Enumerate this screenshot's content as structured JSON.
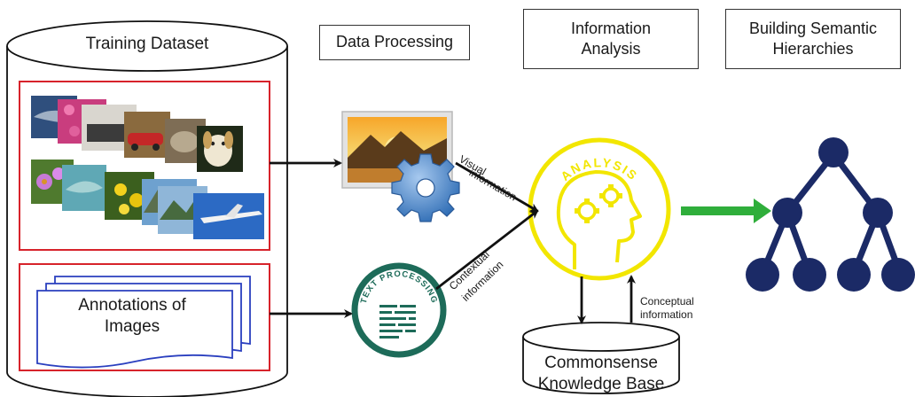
{
  "stages": {
    "training_dataset": "Training Dataset",
    "data_processing": "Data Processing",
    "information_analysis": [
      "Information",
      "Analysis"
    ],
    "building_hierarchies": [
      "Building Semantic",
      "Hierarchies"
    ]
  },
  "annotations_label": [
    "Annotations of",
    "Images"
  ],
  "flow_labels": {
    "visual": [
      "Visual",
      "information"
    ],
    "contextual": [
      "Contextual",
      "information"
    ],
    "conceptual": [
      "Conceptual",
      "information"
    ]
  },
  "analysis_badge": "ANALYSIS",
  "text_processing_badge": "TEXT PROCESSING",
  "knowledge_base": [
    "Commonsense",
    "Knowledge Base"
  ],
  "colors": {
    "dataset_frame": "#d7232b",
    "analysis_yellow": "#f2e600",
    "text_processing_green": "#1d6b59",
    "tree_node": "#1b2a66",
    "green_arrow": "#2fae3b",
    "gear_blue": "#3d7fc6"
  },
  "icons": [
    "image-icon",
    "gear-icon",
    "head-analysis-icon",
    "text-processing-icon",
    "tree-hierarchy-icon",
    "cylinder-database-icon"
  ]
}
